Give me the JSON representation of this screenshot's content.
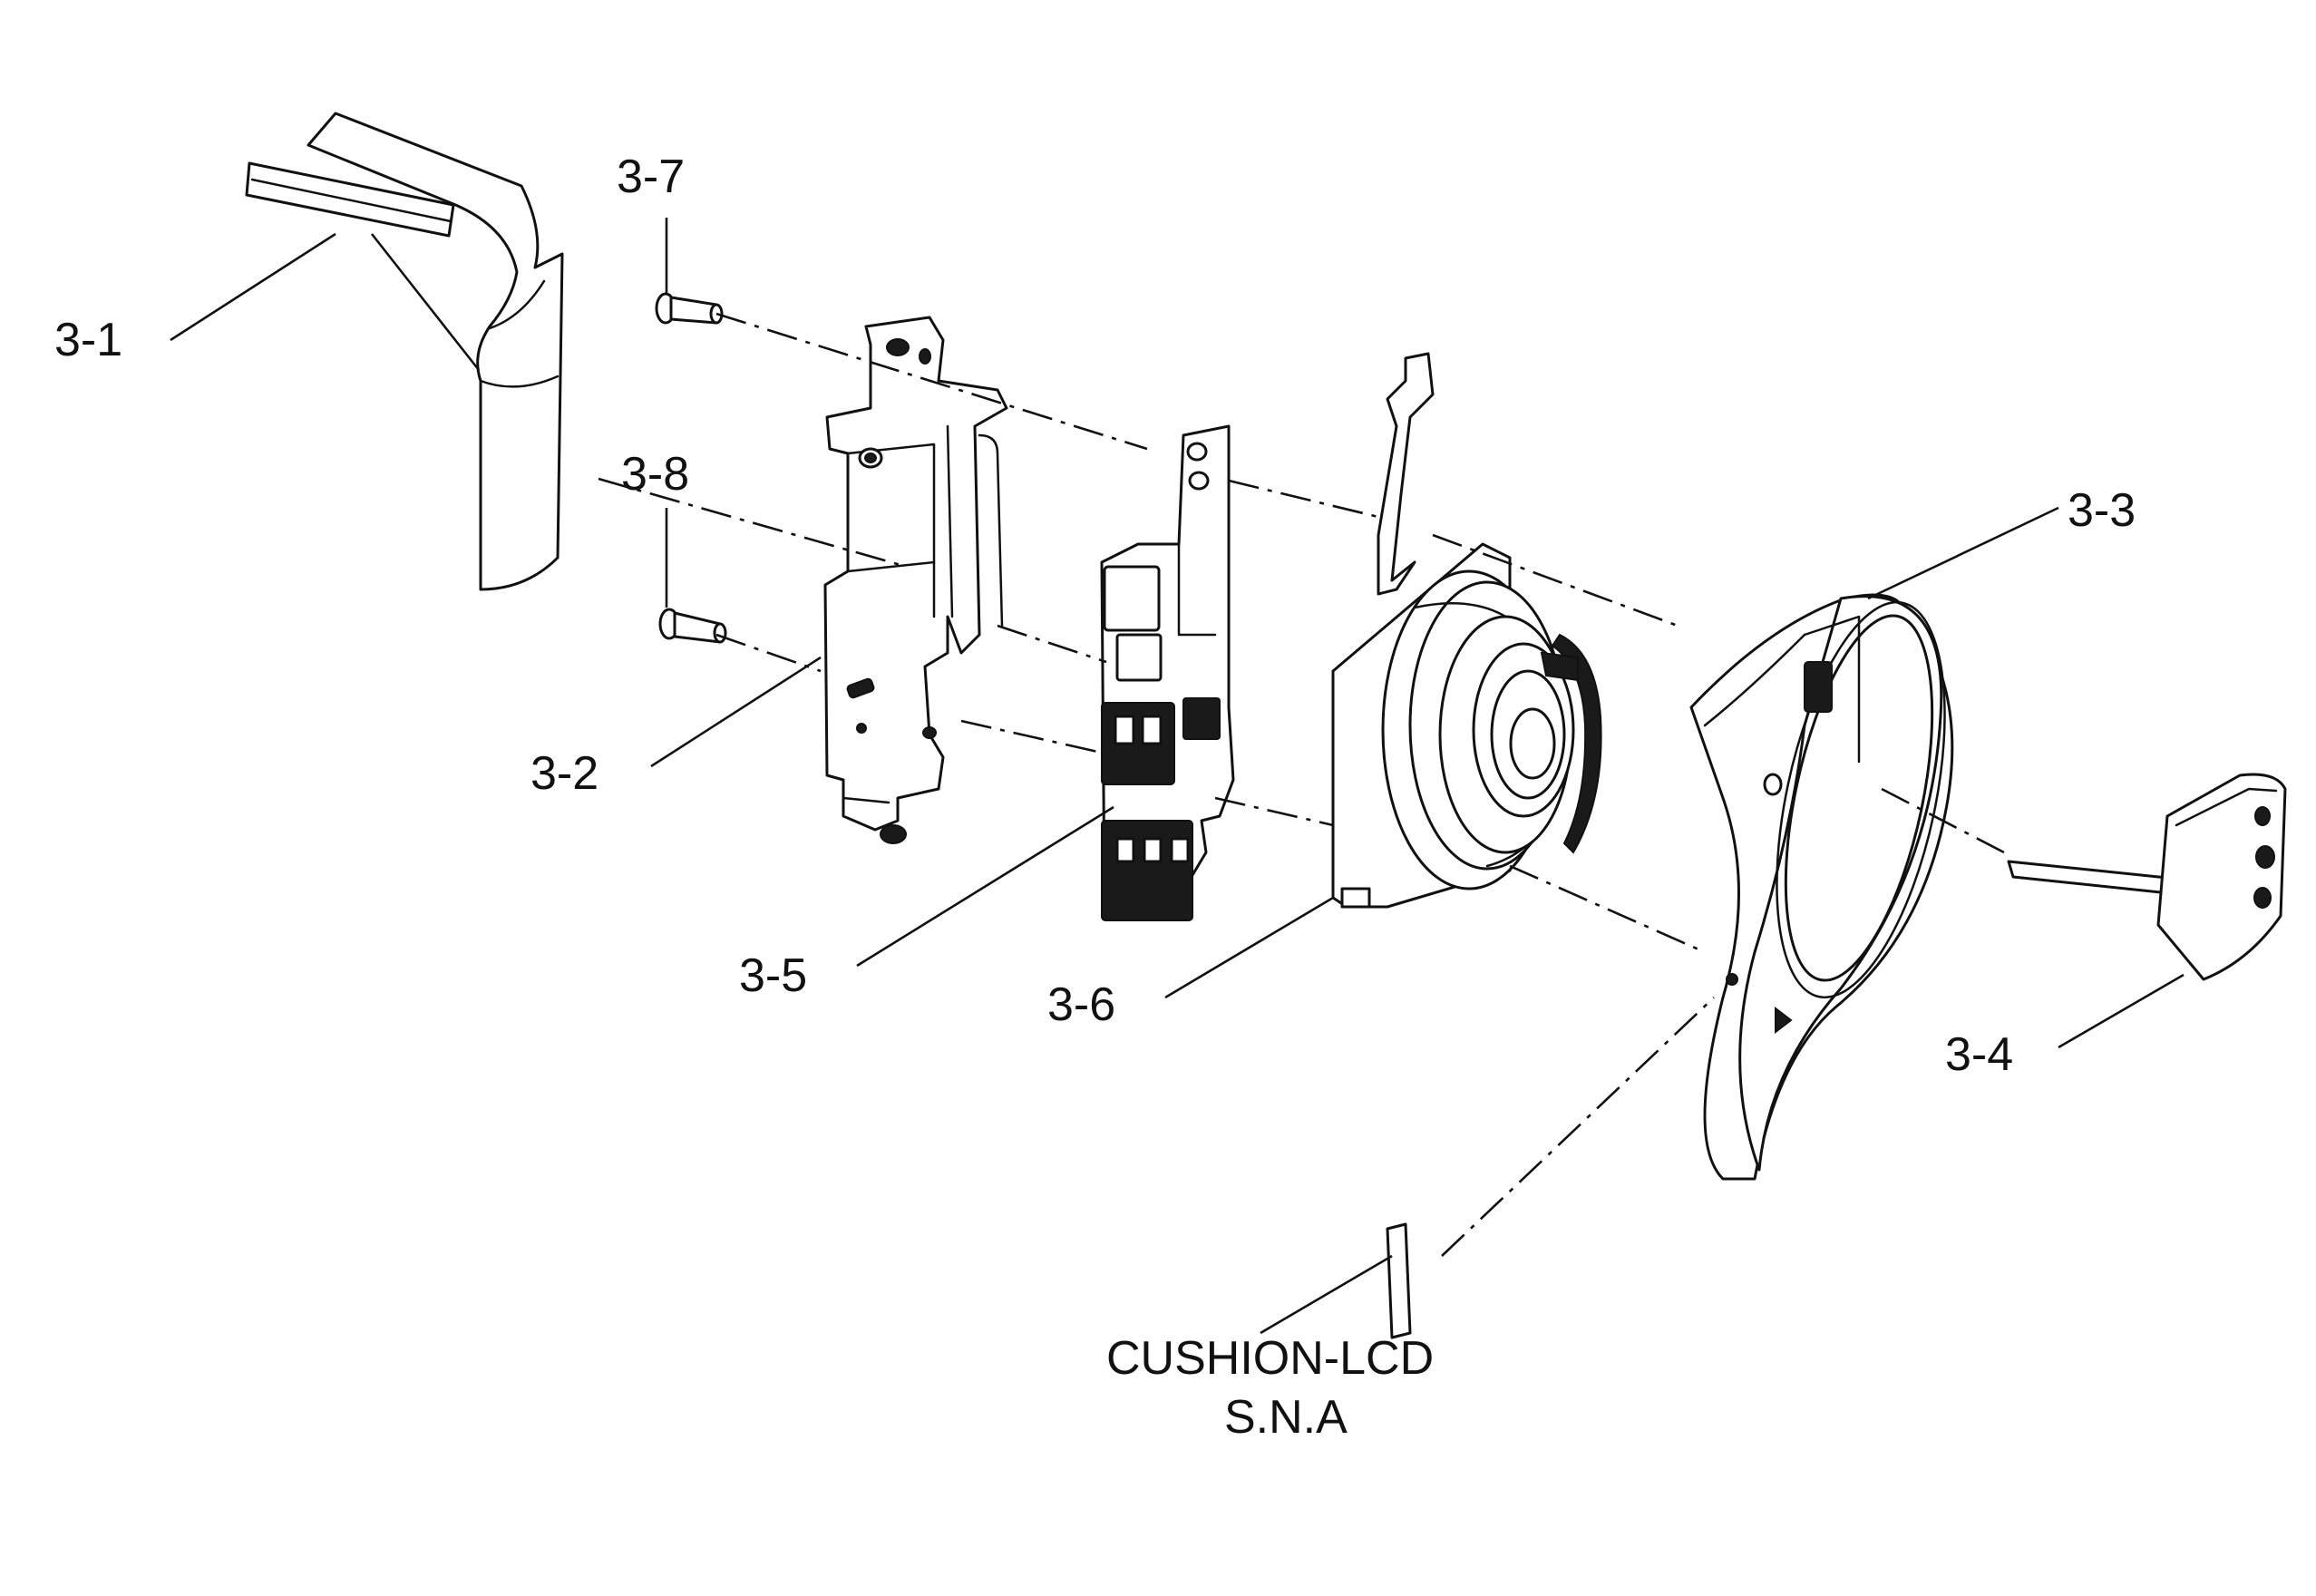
{
  "labels": {
    "p3_1": "3-1",
    "p3_2": "3-2",
    "p3_3": "3-3",
    "p3_4": "3-4",
    "p3_5": "3-5",
    "p3_6": "3-6",
    "p3_7": "3-7",
    "p3_8": "3-8",
    "cushion_line1": "CUSHION-LCD",
    "cushion_line2": "S.N.A"
  },
  "colors": {
    "line": "#111111",
    "background": "#ffffff"
  }
}
